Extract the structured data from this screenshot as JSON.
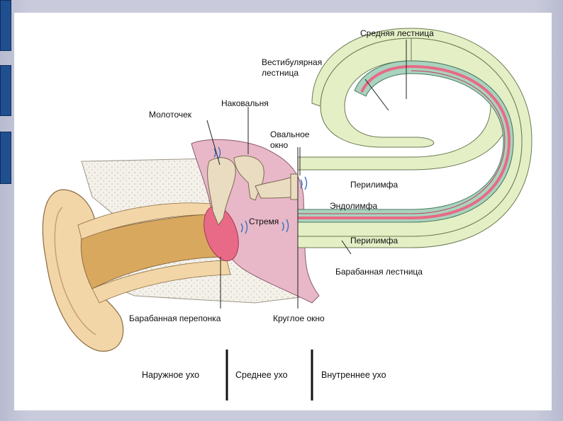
{
  "labels": {
    "srednyaya_lestnica": "Средняя лестница",
    "vestibulyarnaya_1": "Вестибулярная",
    "vestibulyarnaya_2": "лестница",
    "nakovalnya": "Наковальня",
    "molotochek": "Молоточек",
    "ovalnoe_1": "Овальное",
    "ovalnoe_2": "окно",
    "perilimfa_top": "Перилимфа",
    "endolimfa": "Эндолимфа",
    "stremya": "Стремя",
    "perilimfa_bottom": "Перилимфа",
    "barabannaya_lestnica": "Барабанная лестница",
    "barabannaya_pereponka": "Барабанная перепонка",
    "krugloe_okno": "Круглое окно"
  },
  "regions": {
    "outer": "Наружное ухо",
    "middle": "Среднее ухо",
    "inner": "Внутреннее ухо"
  },
  "colors": {
    "skin": "#f2d6a8",
    "canal": "#d9a85f",
    "bone": "#f4f1ea",
    "middle_ear": "#e8b8c8",
    "perilymph": "#e4efc6",
    "endolymph": "#a9d3be",
    "membrane": "#e86a86"
  }
}
